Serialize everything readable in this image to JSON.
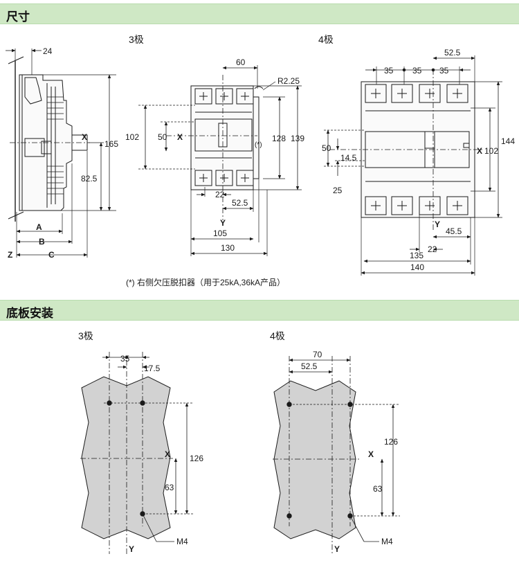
{
  "sections": {
    "dimensions_title": "尺寸",
    "mounting_title": "底板安装"
  },
  "labels": {
    "pole3": "3极",
    "pole4": "4极",
    "axis_x": "X",
    "axis_y": "Y",
    "axis_z": "Z",
    "dim_a": "A",
    "dim_b": "B",
    "dim_c": "C",
    "note_mark": "(*)",
    "note": "(*) 右侧欠压脱扣器（用于25kA,36kA产品）",
    "screw": "M4",
    "radius": "R2.25"
  },
  "dims": {
    "side": [
      "24",
      "165",
      "82.5"
    ],
    "front3": [
      "60",
      "102",
      "50",
      "128",
      "139",
      "22",
      "52.5",
      "105",
      "130"
    ],
    "front4": [
      "52.5",
      "35",
      "35",
      "35",
      "50",
      "14.5",
      "25",
      "144",
      "102",
      "45.5",
      "22",
      "135",
      "140"
    ],
    "mount3": [
      "35",
      "17.5",
      "126",
      "63"
    ],
    "mount4": [
      "70",
      "52.5",
      "126",
      "63"
    ]
  },
  "colors": {
    "header_bg": "#cfe8c5",
    "plate_fill": "#d2d2d2",
    "line": "#1a1a1a"
  }
}
